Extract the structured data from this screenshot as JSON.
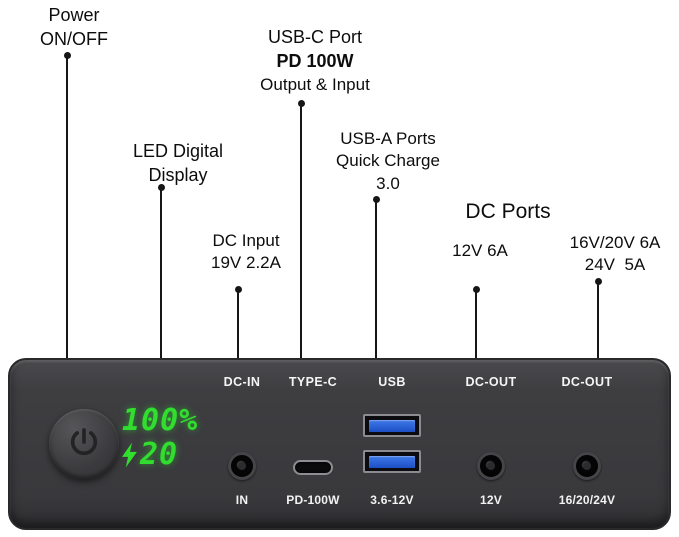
{
  "annotations": {
    "power": [
      "Power",
      "ON/OFF"
    ],
    "led": [
      "LED Digital",
      "Display"
    ],
    "dc_input": [
      "DC Input",
      "19V 2.2A"
    ],
    "usb_c": [
      "USB-C Port",
      "PD 100W",
      "Output & Input"
    ],
    "usb_a": [
      "USB-A Ports",
      "Quick Charge",
      "3.0"
    ],
    "dc_ports_title": "DC Ports",
    "dc_port_12v": "12V 6A",
    "dc_port_hv": [
      "16V/20V 6A",
      "24V  5A"
    ]
  },
  "device": {
    "display": {
      "percent": "100%",
      "charge": "20"
    },
    "ports": [
      {
        "name": "DC-IN",
        "label": "IN"
      },
      {
        "name": "TYPE-C",
        "label": "PD-100W"
      },
      {
        "name": "USB",
        "label": "3.6-12V"
      },
      {
        "name": "DC-OUT",
        "label": "12V"
      },
      {
        "name": "DC-OUT",
        "label": "16/20/24V"
      }
    ]
  },
  "colors": {
    "led_green": "#31dd2e",
    "usb_blue": "#2257d0",
    "panel_gray": "#3e3e41"
  }
}
